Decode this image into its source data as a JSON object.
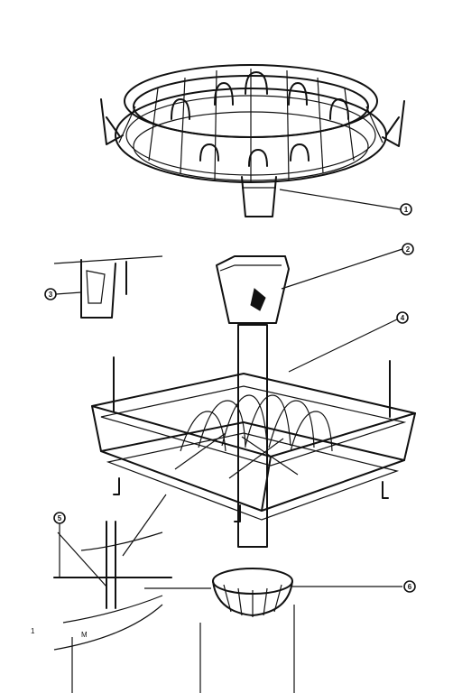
{
  "diagram": {
    "type": "exploded-parts-view",
    "ink_color": "#111111",
    "background": "#ffffff",
    "callouts": [
      {
        "id": "1",
        "part": "upper-rack"
      },
      {
        "id": "2",
        "part": "cup-shelf-bracket"
      },
      {
        "id": "3",
        "part": "clip"
      },
      {
        "id": "4",
        "part": "lower-rack"
      },
      {
        "id": "5",
        "part": "wheel-axle"
      },
      {
        "id": "6",
        "part": "cup"
      }
    ],
    "corner_mark": "1",
    "bottom_mark": "M"
  }
}
